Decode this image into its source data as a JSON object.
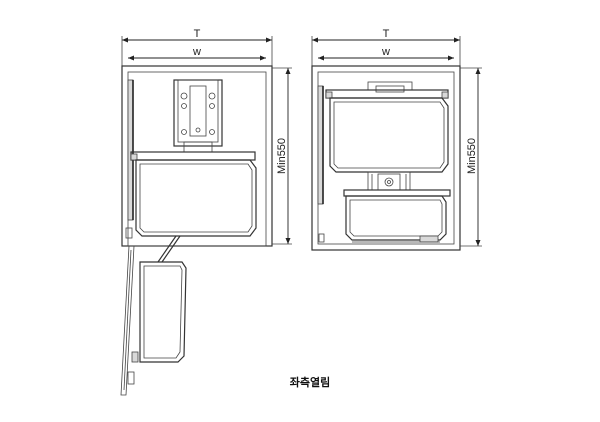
{
  "left_view": {
    "label_T": "T",
    "label_W": "w",
    "label_min": "Min550"
  },
  "right_view": {
    "label_T": "T",
    "label_W": "w",
    "label_min": "Min550"
  },
  "caption": "좌측열림"
}
